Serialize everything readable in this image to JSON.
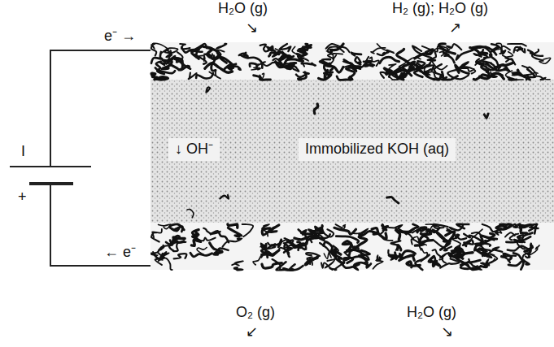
{
  "diagram": {
    "nodes": [
      {
        "text": [
          "↓  OH⁻",
          "Immobilized KOH (aq)"
        ]
      }
    ],
    "labels": [
      "H₂O (g)",
      "↘",
      "H₂ (g); H₂O (g)",
      "↗",
      "e⁻ →",
      "I",
      "+",
      "← e⁻",
      "O₂ (g)",
      "↙",
      "H₂O (g)",
      "↘"
    ]
  }
}
